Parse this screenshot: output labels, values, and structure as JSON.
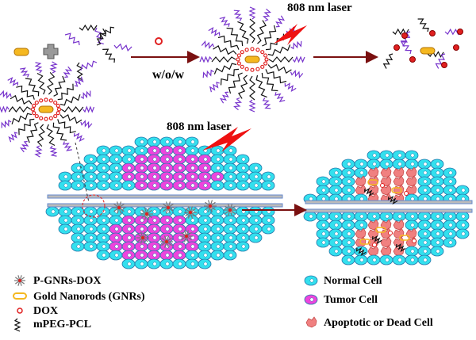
{
  "top_row": {
    "step_label": "w/o/w",
    "laser_label": "808 nm laser"
  },
  "middle": {
    "laser_label": "808 nm laser"
  },
  "legend_left": [
    {
      "icon": "p-gnrs-dox-icon",
      "label": "P-GNRs-DOX"
    },
    {
      "icon": "gold-nanorod-icon",
      "label": "Gold Nanorods (GNRs)"
    },
    {
      "icon": "dox-icon",
      "label": "DOX"
    },
    {
      "icon": "polymer-chain-icon",
      "label": "mPEG-PCL"
    }
  ],
  "legend_right": [
    {
      "icon": "normal-cell-icon",
      "label": "Normal Cell"
    },
    {
      "icon": "tumor-cell-icon",
      "label": "Tumor Cell"
    },
    {
      "icon": "dead-cell-icon",
      "label": "Apoptotic or Dead Cell"
    }
  ],
  "colors": {
    "normal_cell": "#33e0ee",
    "tumor_cell": "#ee44dd",
    "dead_cell": "#f08080",
    "gnr": "#f5b820",
    "dox": "#e02020",
    "arrow": "#7a1010",
    "laser": "#ee1111",
    "peg": "#7733cc"
  }
}
